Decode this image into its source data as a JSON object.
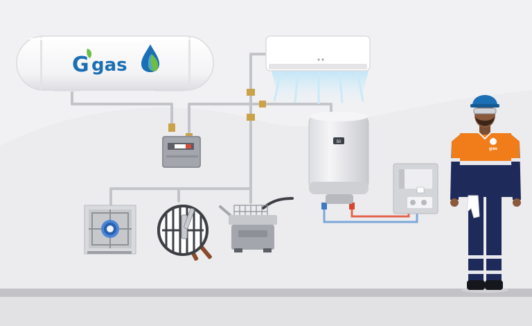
{
  "brand": {
    "logo_letter": "G",
    "logo_word": "gas",
    "colors": {
      "primary_blue": "#1b6fb5",
      "accent_green": "#6dbe45",
      "orange": "#f07d1a",
      "navy": "#1e2a5a"
    }
  },
  "appliances": [
    {
      "id": "lpg-tank",
      "icon": "tank-icon"
    },
    {
      "id": "gas-meter",
      "icon": "meter-icon"
    },
    {
      "id": "air-conditioner",
      "icon": "ac-icon"
    },
    {
      "id": "water-heater-tank",
      "icon": "boiler-icon"
    },
    {
      "id": "tankless-water-heater",
      "icon": "tankless-heater-icon"
    },
    {
      "id": "gas-stove",
      "icon": "stove-icon"
    },
    {
      "id": "barbecue-grill",
      "icon": "grill-icon"
    },
    {
      "id": "deep-fryer",
      "icon": "fryer-icon"
    },
    {
      "id": "technician",
      "icon": "worker-icon"
    }
  ],
  "heater_badge": "50",
  "worker_badge": "gas"
}
